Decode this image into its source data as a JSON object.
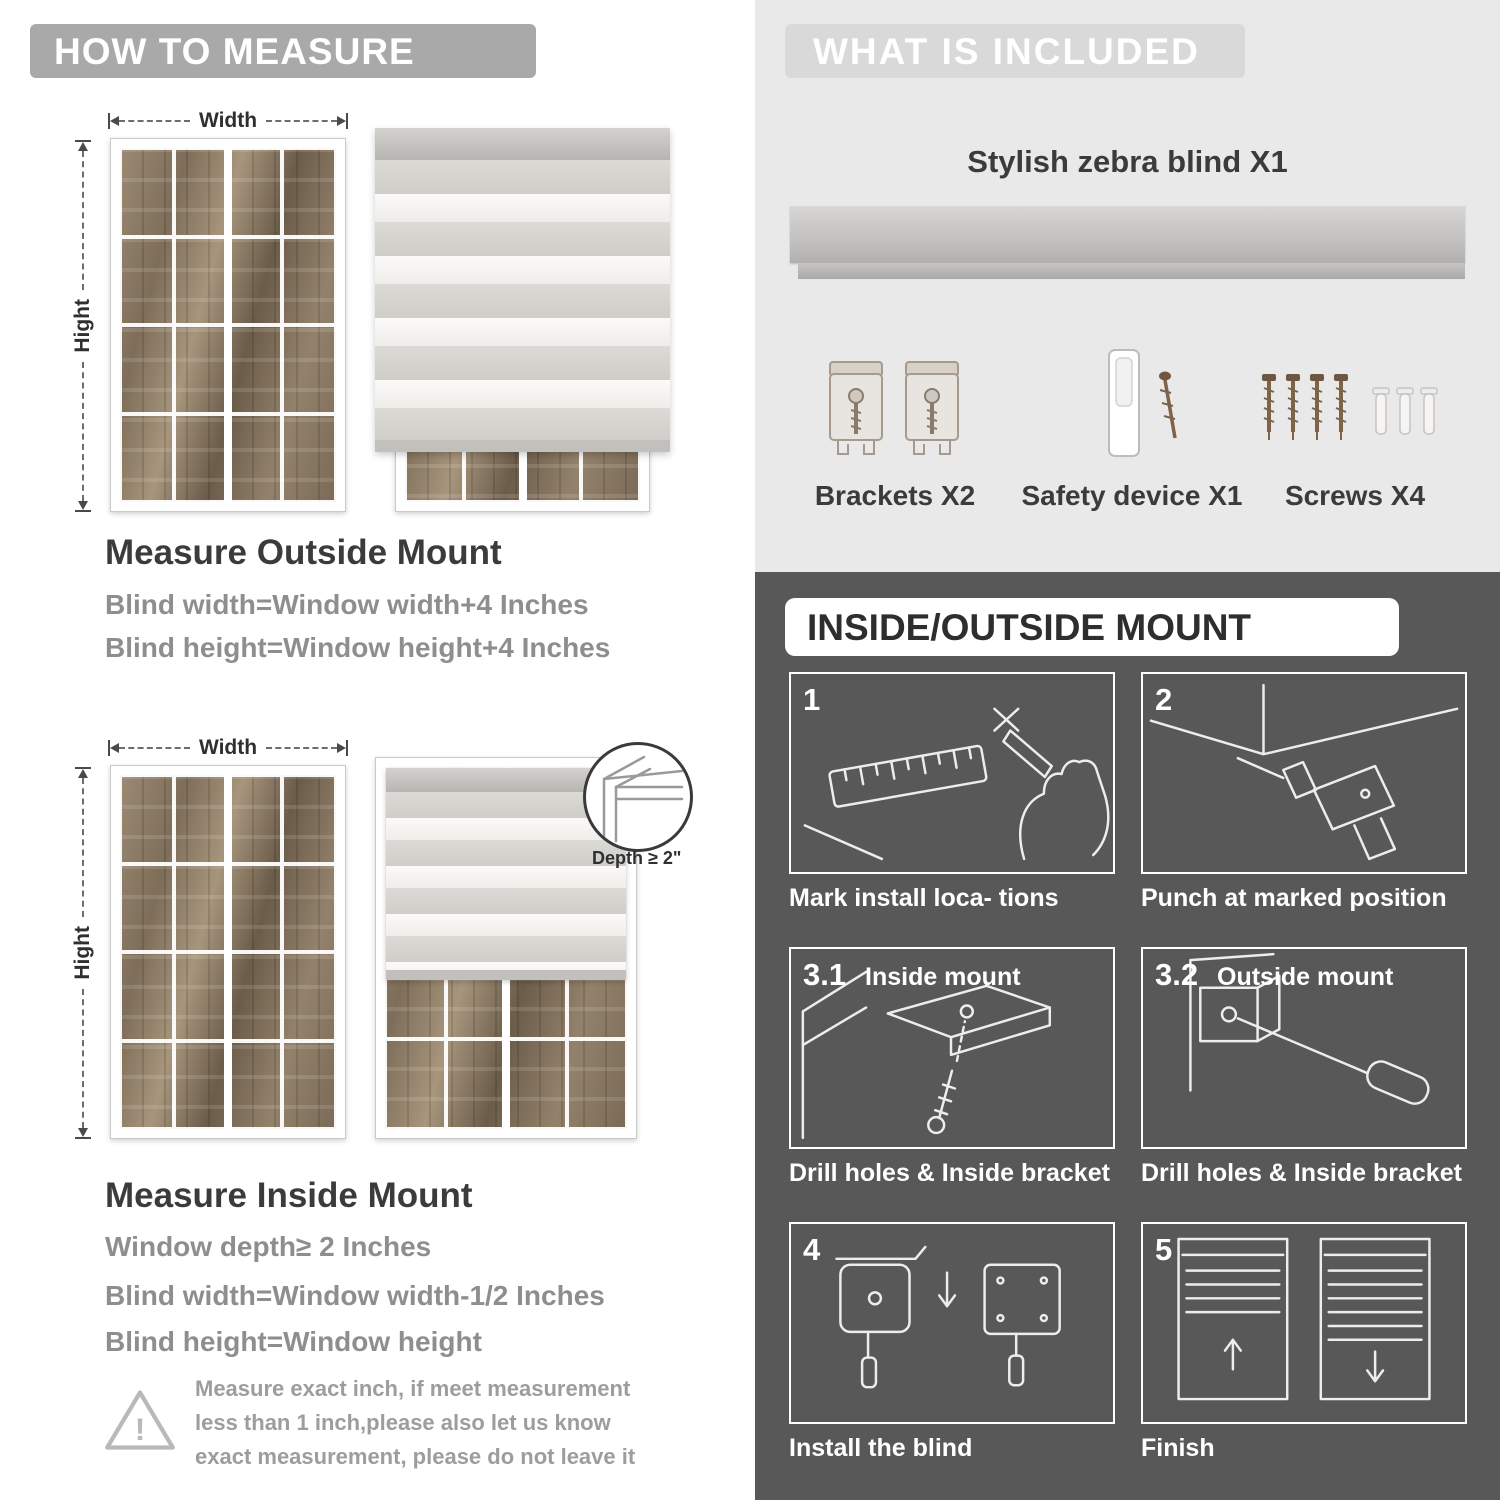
{
  "palette": {
    "banner_gray": "#a9a9a9",
    "section_light": "#e9e9e9",
    "section_dark": "#585858",
    "title_text": "#3b3b3b",
    "body_gray": "#8e8e8e"
  },
  "left": {
    "banner": "HOW TO MEASURE",
    "outside": {
      "width_label": "Width",
      "height_label": "Hight",
      "title": "Measure Outside Mount",
      "line1": "Blind width=Window width+4 Inches",
      "line2": "Blind height=Window height+4 Inches"
    },
    "inside": {
      "width_label": "Width",
      "height_label": "Hight",
      "depth_label": "Depth ≥ 2\"",
      "title": "Measure Inside Mount",
      "line1": "Window depth≥ 2 Inches",
      "line2": "Blind width=Window width-1/2 Inches",
      "line3": "Blind height=Window height"
    },
    "note": {
      "icon": "!",
      "text": "Measure exact inch, if meet measurement less than 1 inch,please also let us know exact measurement, please do not leave it"
    }
  },
  "right": {
    "included": {
      "banner": "WHAT IS INCLUDED",
      "blind_label": "Stylish zebra blind X1",
      "items": [
        "Brackets X2",
        "Safety device X1",
        "Screws X4"
      ]
    },
    "mount": {
      "banner": "INSIDE/OUTSIDE MOUNT",
      "steps": [
        {
          "num": "1",
          "label": "",
          "caption": "Mark install loca- tions"
        },
        {
          "num": "2",
          "label": "",
          "caption": "Punch at  marked position"
        },
        {
          "num": "3.1",
          "label": "Inside mount",
          "caption": "Drill holes &  Inside bracket"
        },
        {
          "num": "3.2",
          "label": "Outside mount",
          "caption": "Drill holes &  Inside bracket"
        },
        {
          "num": "4",
          "label": "",
          "caption": "Install the blind"
        },
        {
          "num": "5",
          "label": "",
          "caption": "Finish"
        }
      ]
    }
  }
}
